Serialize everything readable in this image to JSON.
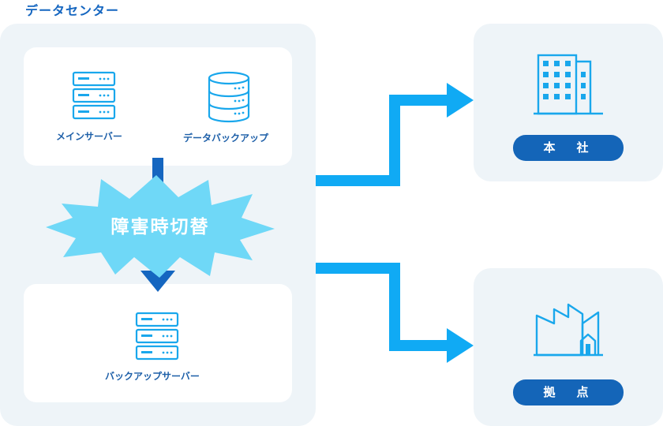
{
  "title": "データセンター",
  "servers": {
    "main": "メインサーバー",
    "data_backup": "データバックアップ",
    "backup_server": "バックアップサーバー"
  },
  "failover": "障害時切替",
  "destinations": {
    "head_office": "本　社",
    "branch": "拠　点"
  },
  "colors": {
    "arrow": "#10aaf4",
    "label": "#1d5fa8",
    "pill": "#1465b8",
    "burst": "#6fd8f7",
    "icon": "#19a7ec"
  },
  "icons": [
    "server-icon",
    "database-icon",
    "building-icon",
    "factory-icon"
  ]
}
